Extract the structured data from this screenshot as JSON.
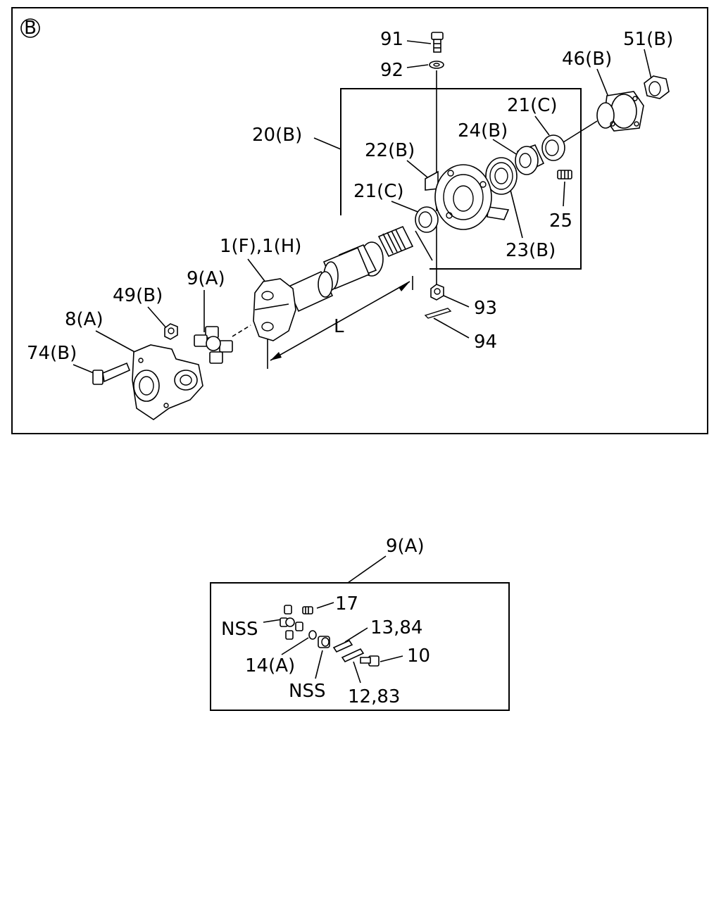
{
  "top_panel": {
    "marker": "B",
    "labels": {
      "p91": "91",
      "p92": "92",
      "p51b": "51(B)",
      "p46b": "46(B)",
      "p21c_upper": "21(C)",
      "p24b": "24(B)",
      "p20b": "20(B)",
      "p22b": "22(B)",
      "p21c_lower": "21(C)",
      "p25": "25",
      "p23b": "23(B)",
      "p1f1h": "1(F),1(H)",
      "p9a": "9(A)",
      "p49b": "49(B)",
      "p8a": "8(A)",
      "p74b": "74(B)",
      "p93": "93",
      "p94": "94",
      "dim_l": "L"
    }
  },
  "bottom_panel": {
    "title": "9(A)",
    "labels": {
      "p17": "17",
      "nss_upper": "NSS",
      "p13_84": "13,84",
      "p10": "10",
      "p14a": "14(A)",
      "nss_lower": "NSS",
      "p12_83": "12,83"
    }
  }
}
